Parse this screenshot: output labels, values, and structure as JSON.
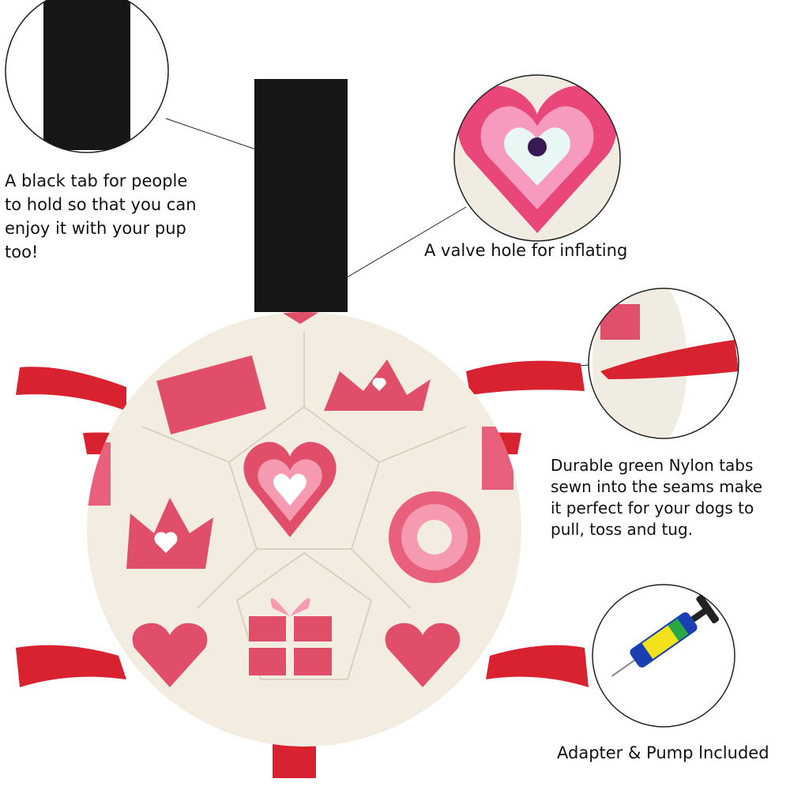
{
  "captions": {
    "black_tab": [
      "A black tab for people",
      "to hold so that you can",
      "enjoy it with your pup",
      "too!"
    ],
    "valve": "A valve hole for inflating",
    "nylon_tabs": [
      "Durable green Nylon tabs",
      "sewn into the seams make",
      "it perfect for your dogs to",
      "pull, toss and tug."
    ],
    "pump": "Adapter & Pump lncluded"
  },
  "colors": {
    "ball": "#f3ece0",
    "tab_red": "#d8222f",
    "black_tab": "#161616",
    "pink_dark": "#e04e6a",
    "pink_light": "#f59ab0",
    "pump_blue": "#1a3fb0",
    "pump_yellow": "#f2e21b"
  }
}
